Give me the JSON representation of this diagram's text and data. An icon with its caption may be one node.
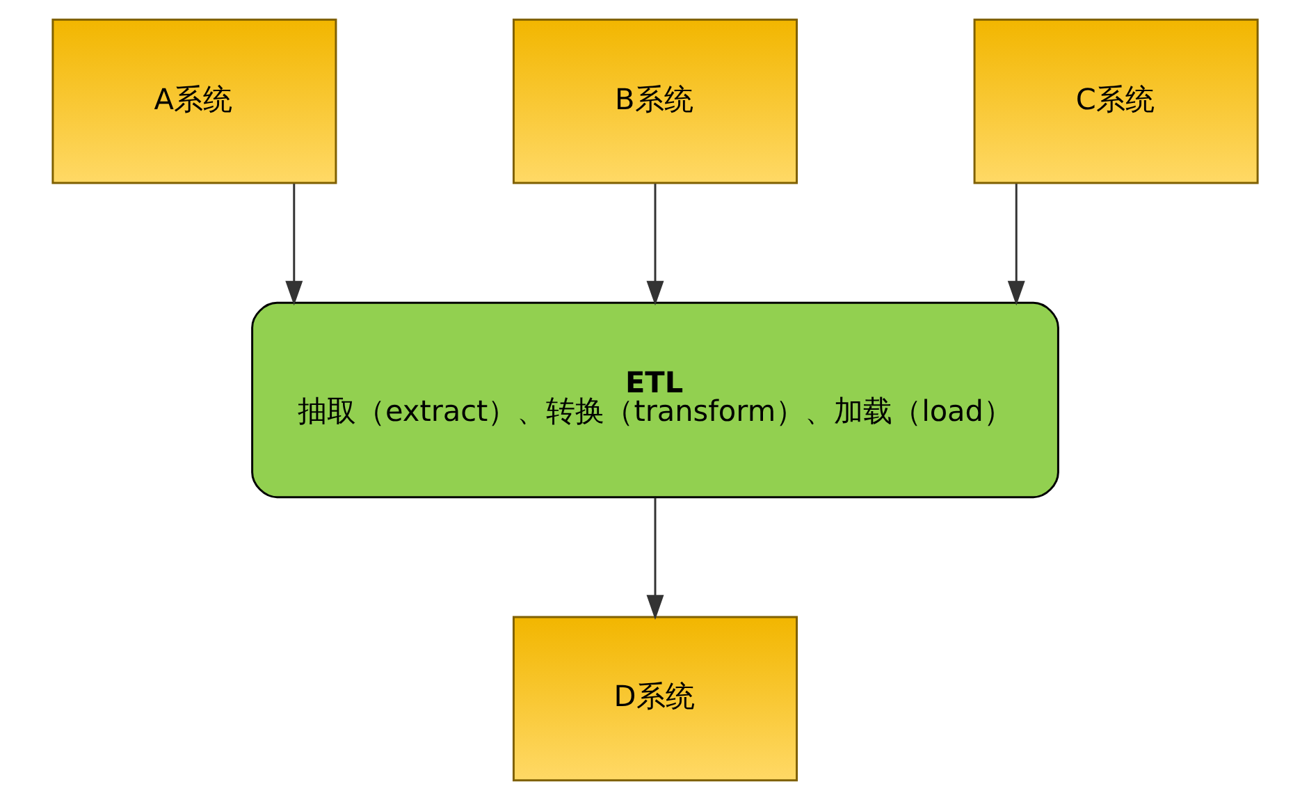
{
  "diagram": {
    "nodes": [
      {
        "text": [
          "A系统"
        ]
      },
      {
        "text": [
          "B系统"
        ]
      },
      {
        "text": [
          "C系统"
        ]
      },
      {
        "text": [
          "ETL",
          "抽取（extract）、转换（transform）、加载（load）"
        ]
      },
      {
        "text": [
          "D系统"
        ]
      }
    ],
    "edges": [
      {
        "from": 0,
        "to": 3,
        "arrow": "to"
      },
      {
        "from": 1,
        "to": 3,
        "arrow": "to"
      },
      {
        "from": 2,
        "to": 3,
        "arrow": "to"
      },
      {
        "from": 3,
        "to": 4,
        "arrow": "to"
      }
    ]
  }
}
